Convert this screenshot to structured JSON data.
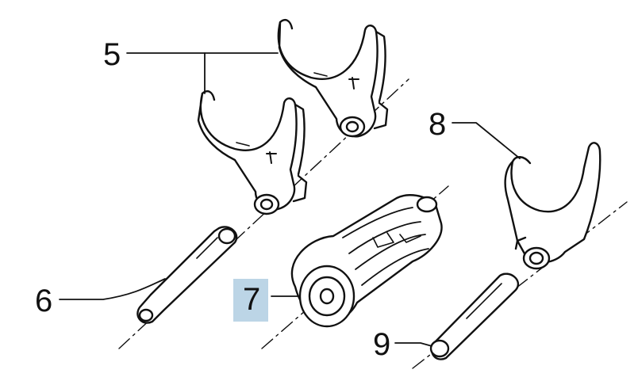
{
  "diagram": {
    "callouts": [
      {
        "id": "5",
        "label": "5"
      },
      {
        "id": "6",
        "label": "6"
      },
      {
        "id": "7",
        "label": "7",
        "highlighted": true
      },
      {
        "id": "8",
        "label": "8"
      },
      {
        "id": "9",
        "label": "9"
      }
    ],
    "colors": {
      "highlight": "#bcd5e6",
      "line": "#111111",
      "background": "#ffffff"
    }
  }
}
